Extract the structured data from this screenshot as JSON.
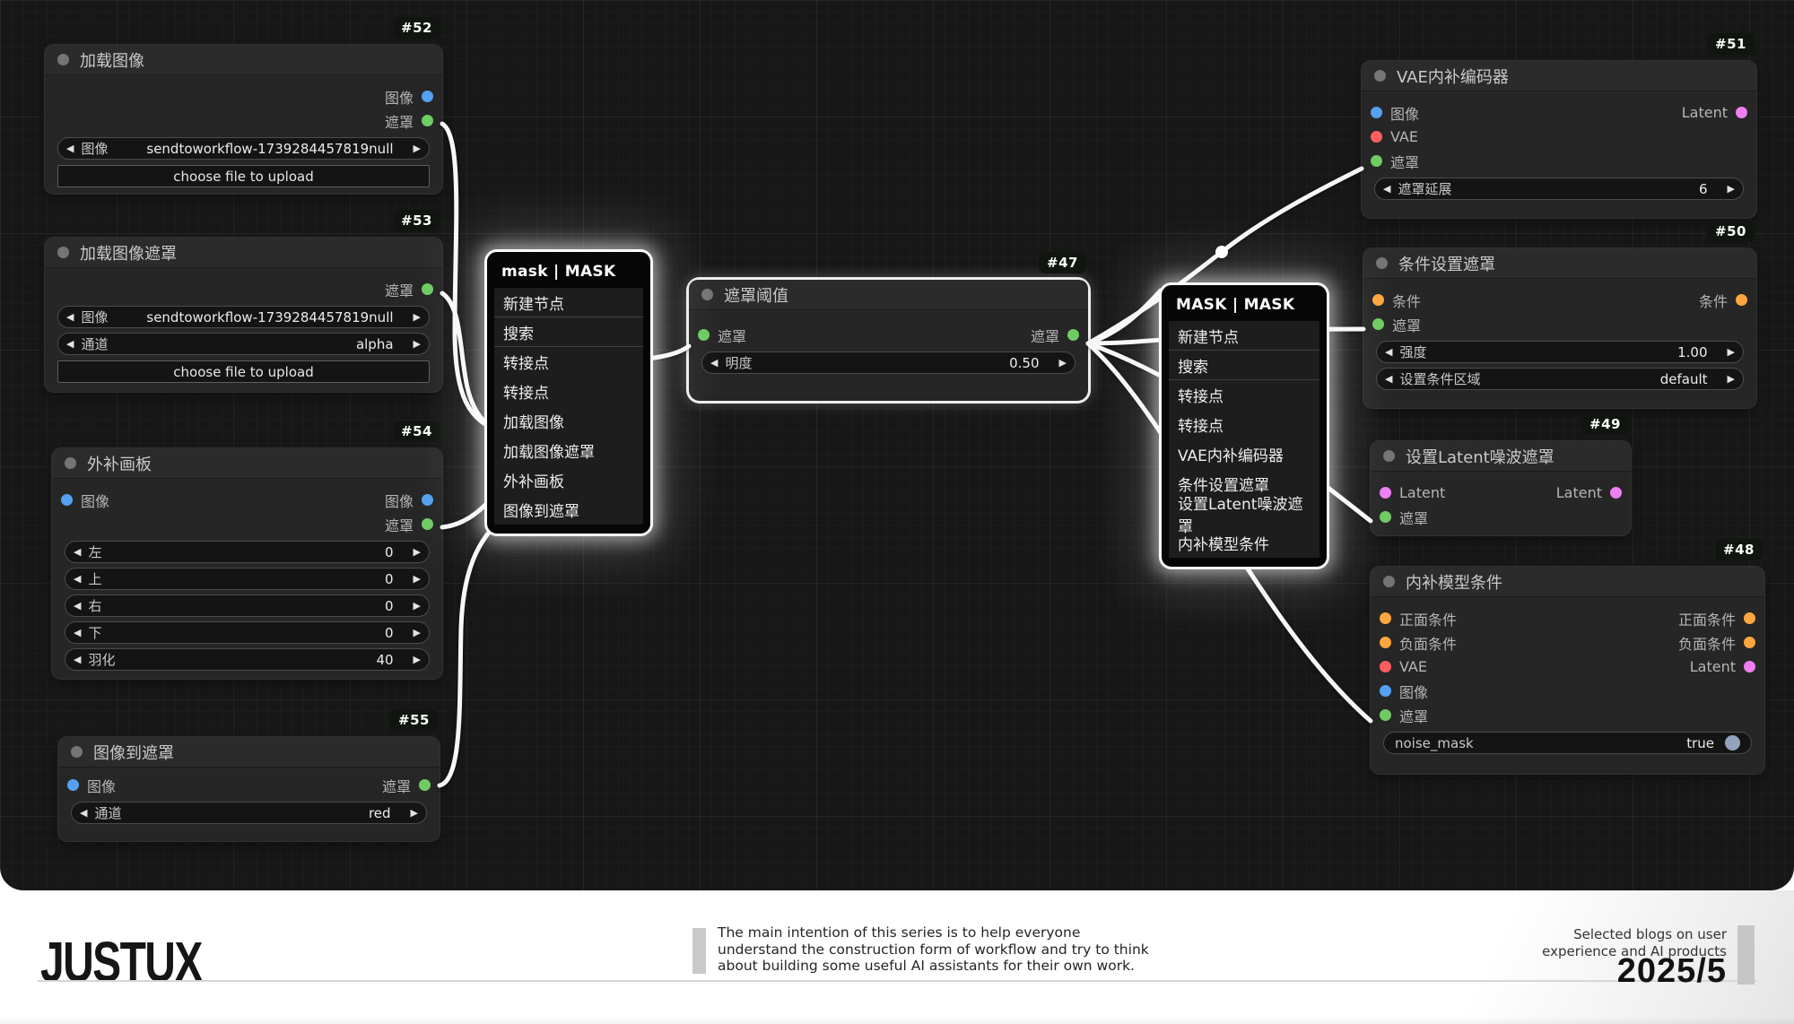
{
  "icons": {
    "arrow_left": "◀",
    "arrow_right": "▶"
  },
  "colors": {
    "image_slot": "#55a0f0",
    "mask_slot": "#6fcb63",
    "vae_slot": "#ff5f60",
    "conditioning_slot": "#ffa640",
    "latent_slot": "#ee7ff1",
    "edge": "#f7f7f7",
    "toggle": "#94a3bc"
  },
  "nodes": {
    "n52": {
      "badge": "#52",
      "title": "加载图像",
      "out_image": "图像",
      "out_mask": "遮罩",
      "w_image_label": "图像",
      "w_image_value": "sendtoworkflow-1739284457819null",
      "upload": "choose file to upload"
    },
    "n53": {
      "badge": "#53",
      "title": "加载图像遮罩",
      "out_mask": "遮罩",
      "w_image_label": "图像",
      "w_image_value": "sendtoworkflow-1739284457819null",
      "w_channel_label": "通道",
      "w_channel_value": "alpha",
      "upload": "choose file to upload"
    },
    "n54": {
      "badge": "#54",
      "title": "外补画板",
      "in_image": "图像",
      "out_image": "图像",
      "out_mask": "遮罩",
      "widgets": [
        {
          "label": "左",
          "value": "0"
        },
        {
          "label": "上",
          "value": "0"
        },
        {
          "label": "右",
          "value": "0"
        },
        {
          "label": "下",
          "value": "0"
        },
        {
          "label": "羽化",
          "value": "40"
        }
      ]
    },
    "n55": {
      "badge": "#55",
      "title": "图像到遮罩",
      "in_image": "图像",
      "out_mask": "遮罩",
      "w_channel_label": "通道",
      "w_channel_value": "red"
    },
    "n47": {
      "badge": "#47",
      "title": "遮罩阈值",
      "in_mask": "遮罩",
      "out_mask": "遮罩",
      "w_label": "明度",
      "w_value": "0.50"
    },
    "n51": {
      "badge": "#51",
      "title": "VAE内补编码器",
      "in_image": "图像",
      "in_vae": "VAE",
      "in_mask": "遮罩",
      "out_latent": "Latent",
      "w_label": "遮罩延展",
      "w_value": "6"
    },
    "n50": {
      "badge": "#50",
      "title": "条件设置遮罩",
      "in_cond": "条件",
      "in_mask": "遮罩",
      "out_cond": "条件",
      "w1_label": "强度",
      "w1_value": "1.00",
      "w2_label": "设置条件区域",
      "w2_value": "default"
    },
    "n49": {
      "badge": "#49",
      "title": "设置Latent噪波遮罩",
      "in_latent": "Latent",
      "in_mask": "遮罩",
      "out_latent": "Latent"
    },
    "n48": {
      "badge": "#48",
      "title": "内补模型条件",
      "in_pos": "正面条件",
      "in_neg": "负面条件",
      "in_vae": "VAE",
      "in_image": "图像",
      "in_mask": "遮罩",
      "out_pos": "正面条件",
      "out_neg": "负面条件",
      "out_latent": "Latent",
      "w_label": "noise_mask",
      "w_value": "true"
    }
  },
  "menus": {
    "left": {
      "title": "mask | MASK",
      "items": [
        "新建节点",
        "搜索",
        "转接点",
        "转接点",
        "加载图像",
        "加载图像遮罩",
        "外补画板",
        "图像到遮罩"
      ]
    },
    "right": {
      "title": "MASK | MASK",
      "items": [
        "新建节点",
        "搜索",
        "转接点",
        "转接点",
        "VAE内补编码器",
        "条件设置遮罩",
        "设置Latent噪波遮罩",
        "内补模型条件"
      ]
    }
  },
  "footer": {
    "logo": "JUSTUX",
    "description_lines": [
      "The main intention of this series is to help everyone",
      "understand the construction form of workflow and try to think",
      "about building some useful AI assistants for their own work."
    ],
    "tagline_line1": "Selected blogs on user",
    "tagline_line2": "experience and AI products",
    "date": "2025/5"
  }
}
